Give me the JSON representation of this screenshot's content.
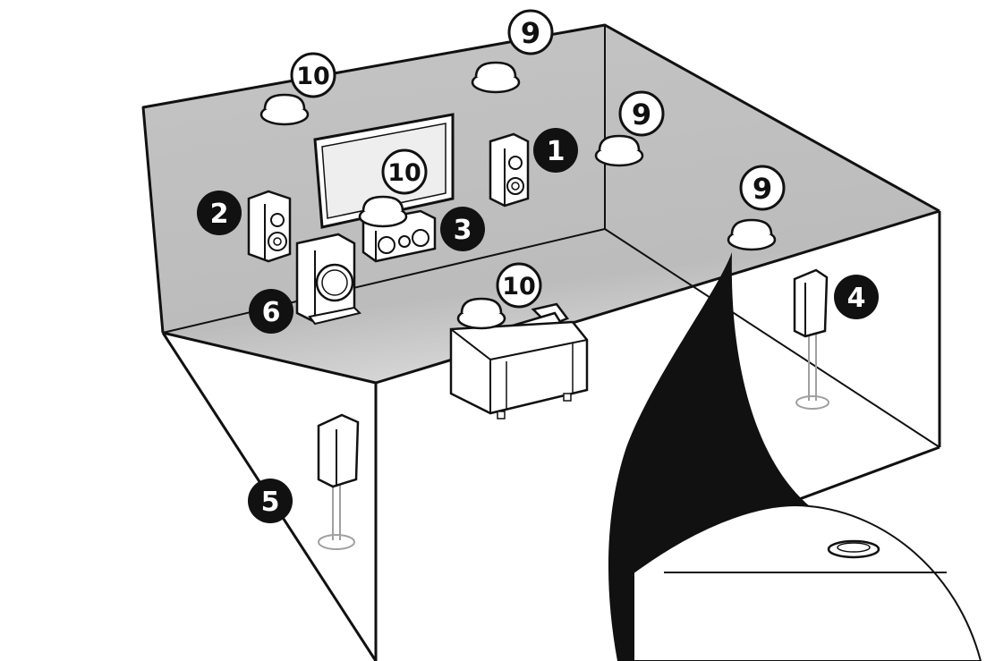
{
  "speakers": [
    {
      "id": "front-left",
      "label": "1",
      "style": "filled"
    },
    {
      "id": "front-right",
      "label": "2",
      "style": "filled"
    },
    {
      "id": "center",
      "label": "3",
      "style": "filled"
    },
    {
      "id": "surround-left",
      "label": "4",
      "style": "filled"
    },
    {
      "id": "surround-right",
      "label": "5",
      "style": "filled"
    },
    {
      "id": "subwoofer",
      "label": "6",
      "style": "filled"
    },
    {
      "id": "top-front-a",
      "label": "10",
      "style": "outline"
    },
    {
      "id": "top-front-b",
      "label": "10",
      "style": "outline"
    },
    {
      "id": "top-middle-a",
      "label": "9",
      "style": "outline"
    },
    {
      "id": "top-middle-b",
      "label": "9",
      "style": "outline"
    },
    {
      "id": "top-middle-c",
      "label": "9",
      "style": "outline"
    },
    {
      "id": "top-rear",
      "label": "10",
      "style": "outline"
    }
  ],
  "colors": {
    "ceiling": "#bdbdbd",
    "ink": "#111111",
    "stand": "#a0a0a0",
    "background": "#ffffff"
  }
}
